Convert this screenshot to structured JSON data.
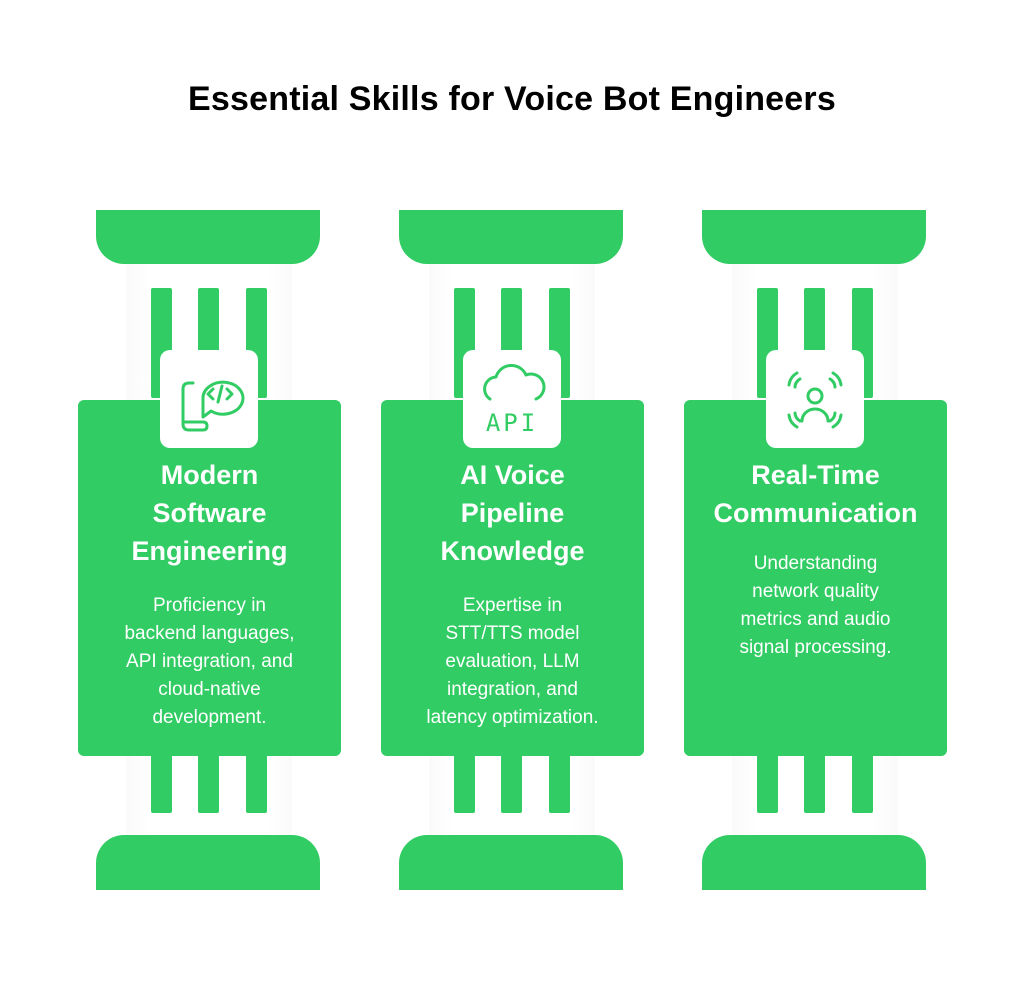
{
  "title": "Essential Skills for Voice Bot Engineers",
  "accent_color": "#31cc63",
  "pillars": [
    {
      "icon": "code-chat-phone-icon",
      "heading_lines": [
        "Modern",
        "Software",
        "Engineering"
      ],
      "description_lines": [
        "Proficiency in",
        "backend languages,",
        "API integration, and",
        "cloud-native",
        "development."
      ]
    },
    {
      "icon": "cloud-api-icon",
      "icon_text": "API",
      "heading_lines": [
        "AI Voice",
        "Pipeline",
        "Knowledge"
      ],
      "description_lines": [
        "Expertise in",
        "STT/TTS model",
        "evaluation, LLM",
        "integration, and",
        "latency optimization."
      ]
    },
    {
      "icon": "person-sound-waves-icon",
      "heading_lines": [
        "Real-Time",
        "Communication"
      ],
      "description_lines": [
        "Understanding",
        "network quality",
        "metrics and audio",
        "signal processing."
      ]
    }
  ]
}
